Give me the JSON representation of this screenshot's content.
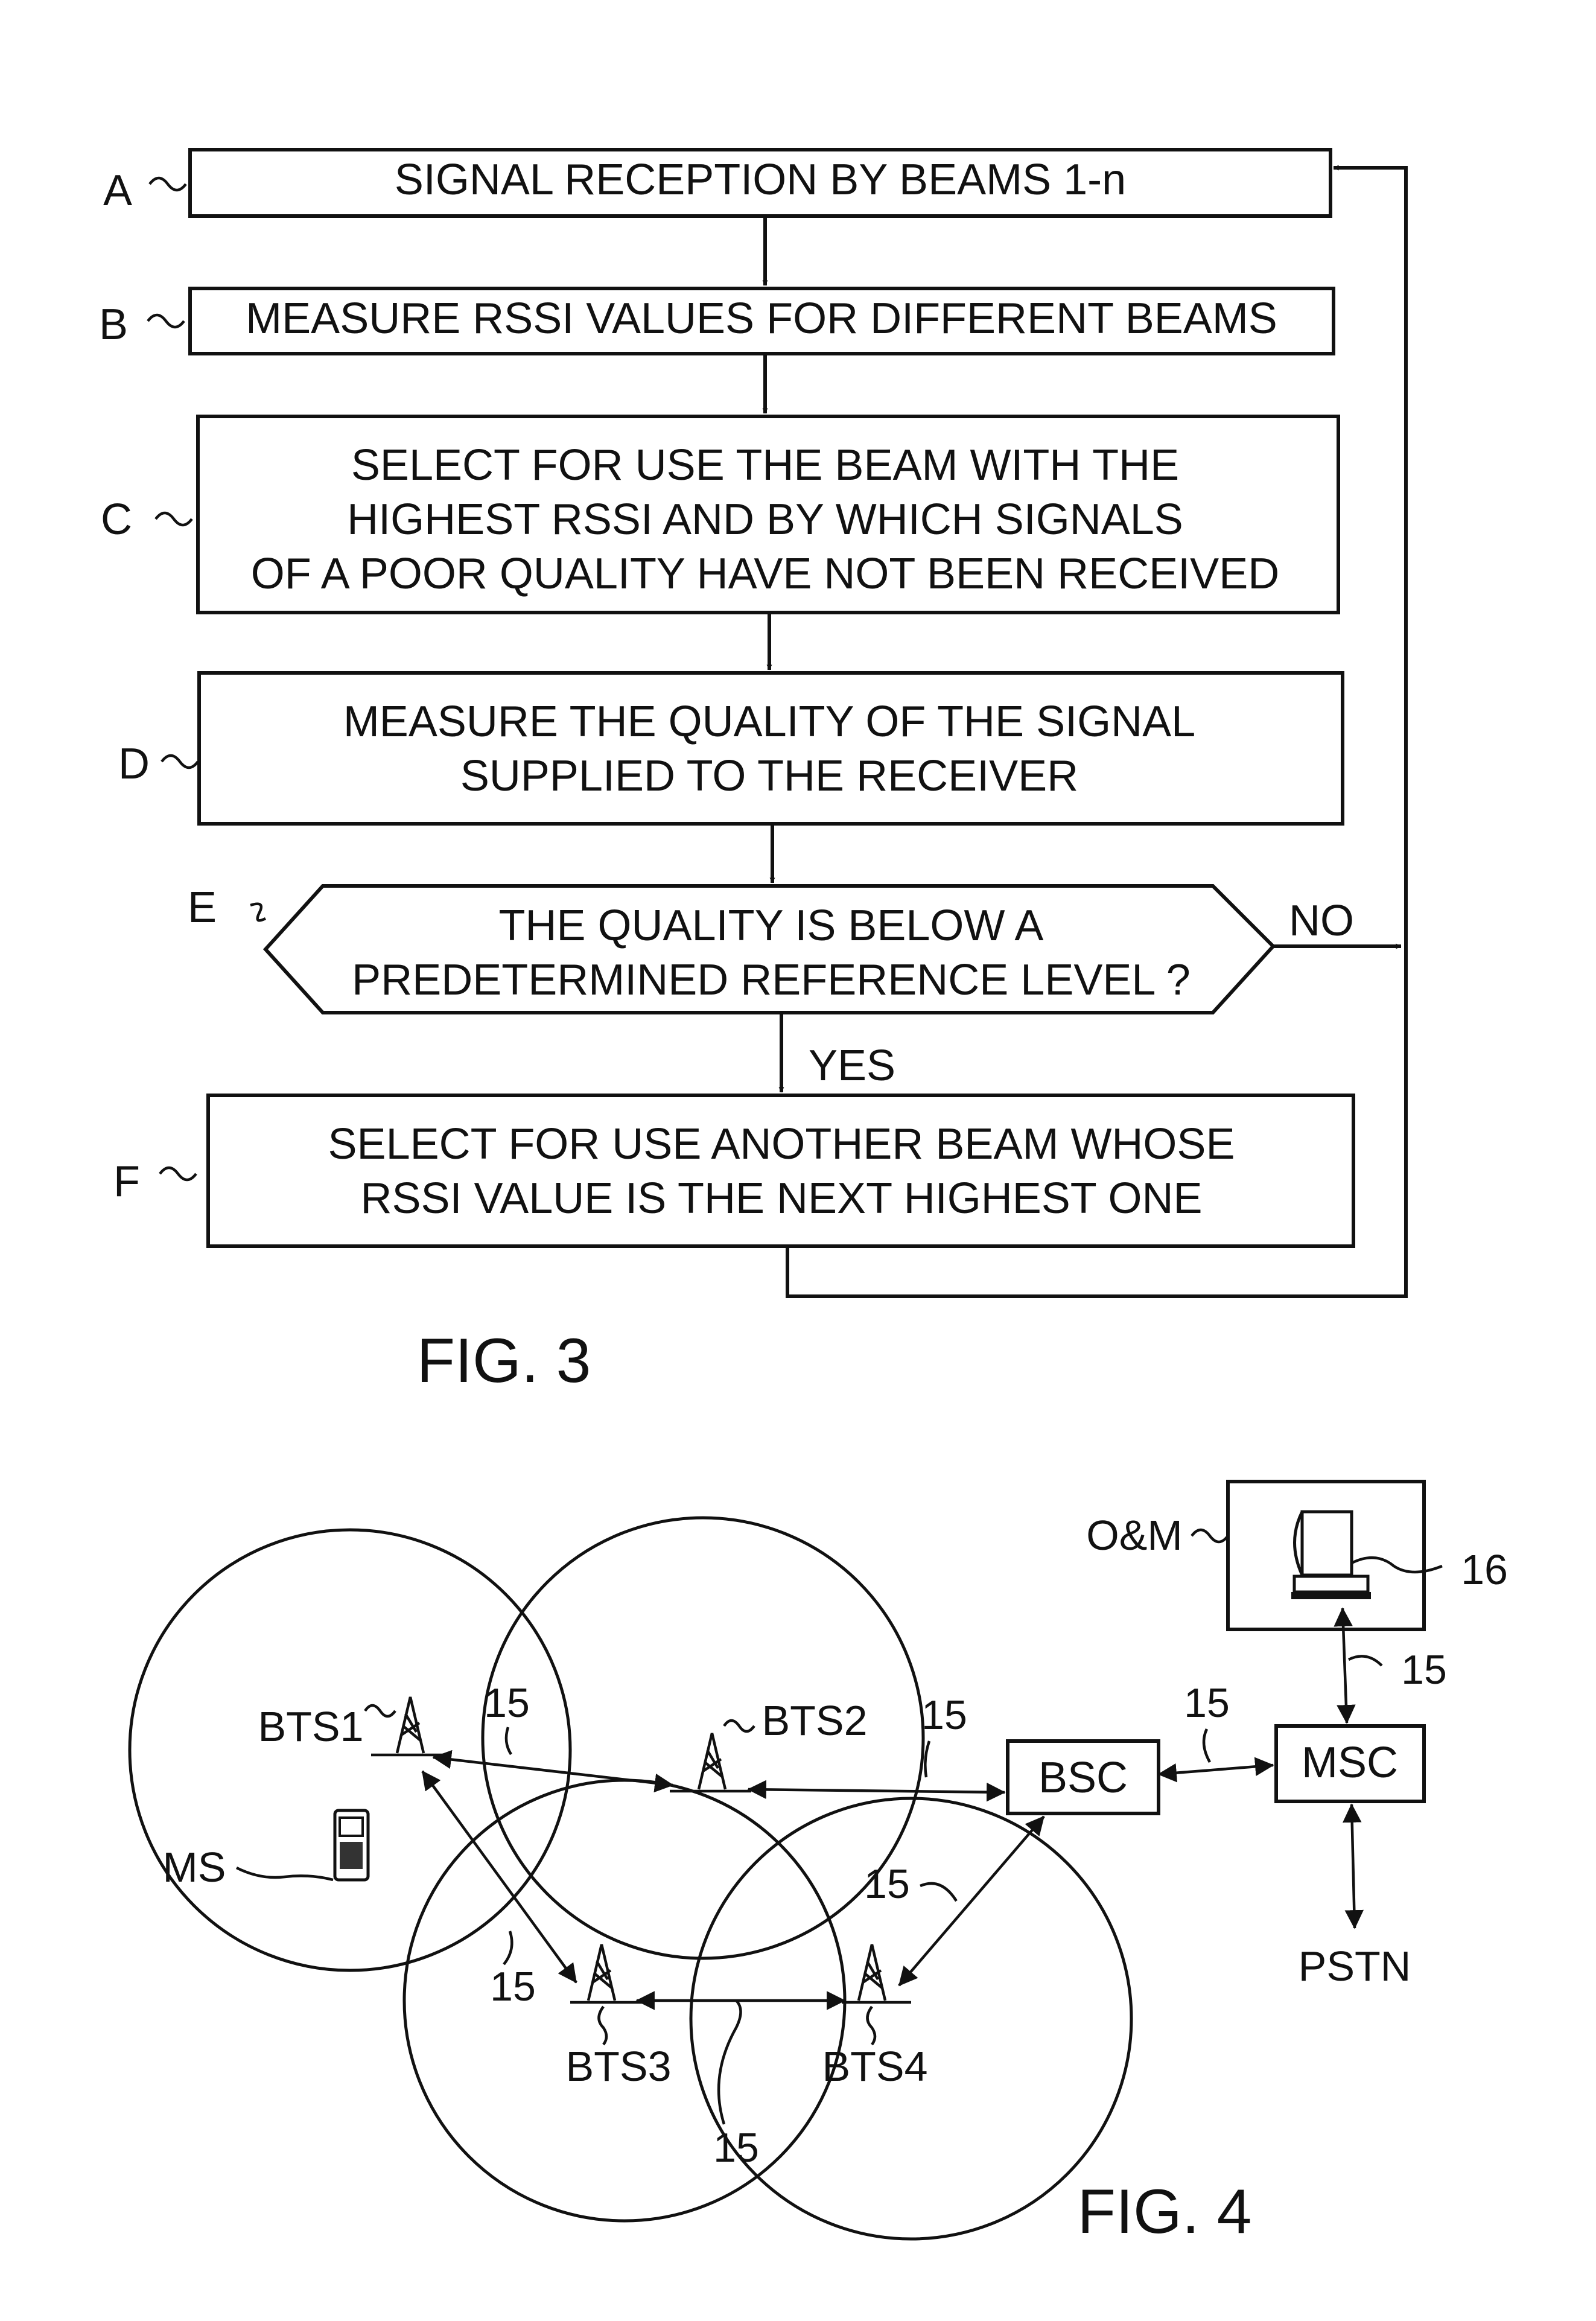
{
  "fig3": {
    "caption": "FIG. 3",
    "steps": [
      {
        "letter": "A",
        "lines": [
          "SIGNAL RECEPTION BY BEAMS 1-n"
        ]
      },
      {
        "letter": "B",
        "lines": [
          "MEASURE RSSI VALUES FOR DIFFERENT BEAMS"
        ]
      },
      {
        "letter": "C",
        "lines": [
          "SELECT FOR USE THE BEAM WITH THE",
          "HIGHEST RSSI AND BY WHICH SIGNALS",
          "OF A POOR QUALITY HAVE NOT BEEN RECEIVED"
        ]
      },
      {
        "letter": "D",
        "lines": [
          "MEASURE THE QUALITY OF THE SIGNAL",
          "SUPPLIED TO THE RECEIVER"
        ]
      },
      {
        "letter": "E",
        "lines": [
          "THE QUALITY IS BELOW A",
          "PREDETERMINED REFERENCE LEVEL ?"
        ]
      },
      {
        "letter": "F",
        "lines": [
          "SELECT FOR USE ANOTHER BEAM WHOSE",
          "RSSI VALUE IS THE NEXT HIGHEST ONE"
        ]
      }
    ],
    "no_label": "NO",
    "yes_label": "YES"
  },
  "fig4": {
    "caption": "FIG. 4",
    "bts": [
      "BTS1",
      "BTS2",
      "BTS3",
      "BTS4"
    ],
    "ms_label": "MS",
    "bsc_label": "BSC",
    "msc_label": "MSC",
    "pstn_label": "PSTN",
    "om_label": "O&M",
    "terminal_ref": "16",
    "link_ref": "15"
  }
}
